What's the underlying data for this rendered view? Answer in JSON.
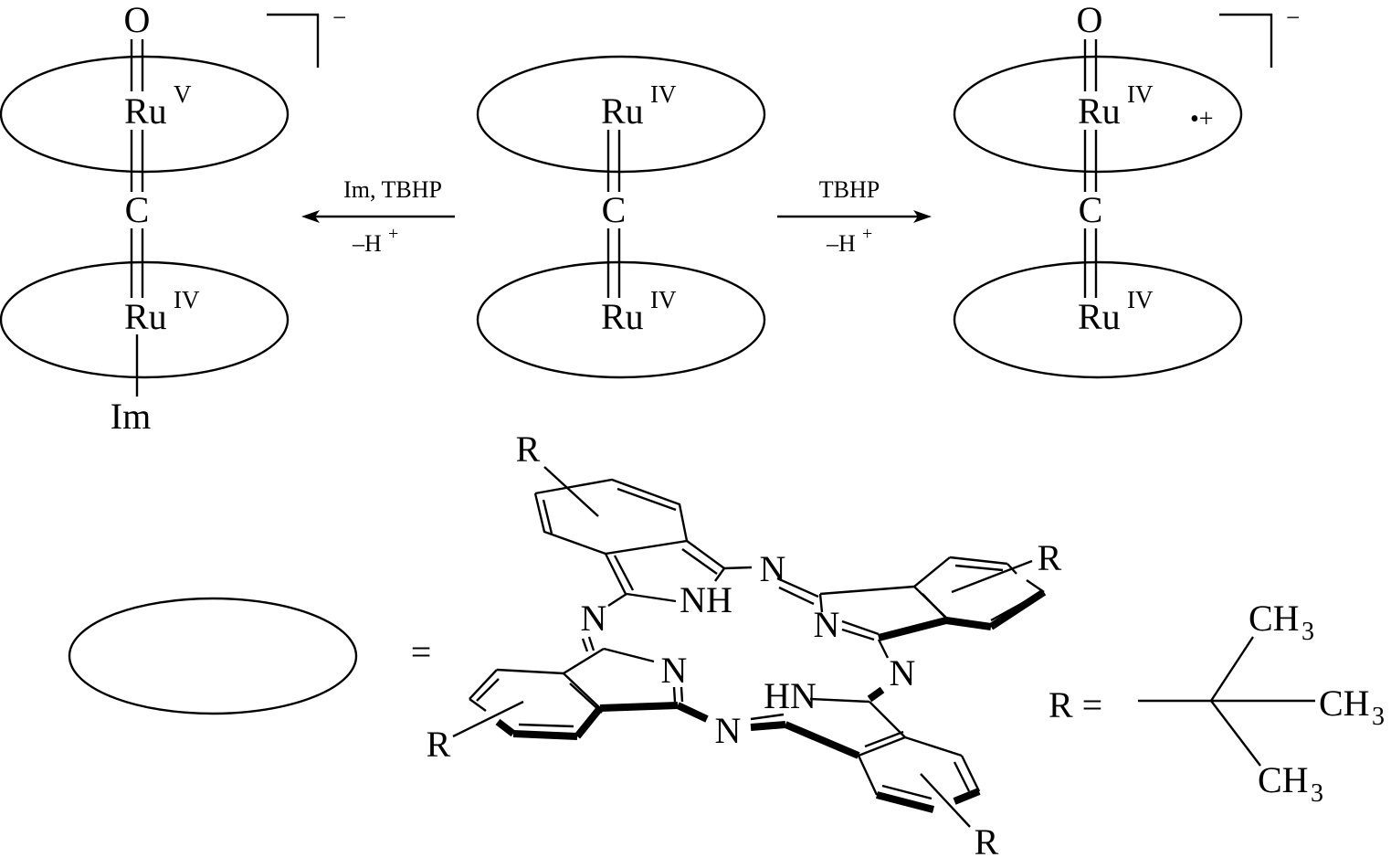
{
  "scheme": {
    "left_complex": {
      "top_atom": "O",
      "metal_top": "Ru",
      "metal_top_ox": "V",
      "bridge": "C",
      "metal_bottom": "Ru",
      "metal_bottom_ox": "IV",
      "axial_ligand": "Im",
      "charge": "−"
    },
    "center_complex": {
      "metal_top": "Ru",
      "metal_top_ox": "IV",
      "bridge": "C",
      "metal_bottom": "Ru",
      "metal_bottom_ox": "IV"
    },
    "right_complex": {
      "top_atom": "O",
      "metal_top": "Ru",
      "metal_top_ox": "IV",
      "radical_cation": "•+",
      "bridge": "C",
      "metal_bottom": "Ru",
      "metal_bottom_ox": "IV",
      "charge": "−"
    },
    "arrow_left": {
      "reagent_above": "Im, TBHP",
      "reagent_below_prefix": "–H",
      "reagent_below_sup": "+"
    },
    "arrow_right": {
      "reagent_above": "TBHP",
      "reagent_below_prefix": "–H",
      "reagent_below_sup": "+"
    }
  },
  "legend": {
    "equals": "=",
    "phthalocyanine": {
      "substituent": "R",
      "n_labels": [
        "N",
        "NH",
        "N",
        "N",
        "N",
        "N",
        "HN",
        "N"
      ]
    },
    "r_definition": {
      "label": "R =",
      "groups": [
        "CH",
        "CH",
        "CH"
      ],
      "subscript": "3"
    }
  }
}
